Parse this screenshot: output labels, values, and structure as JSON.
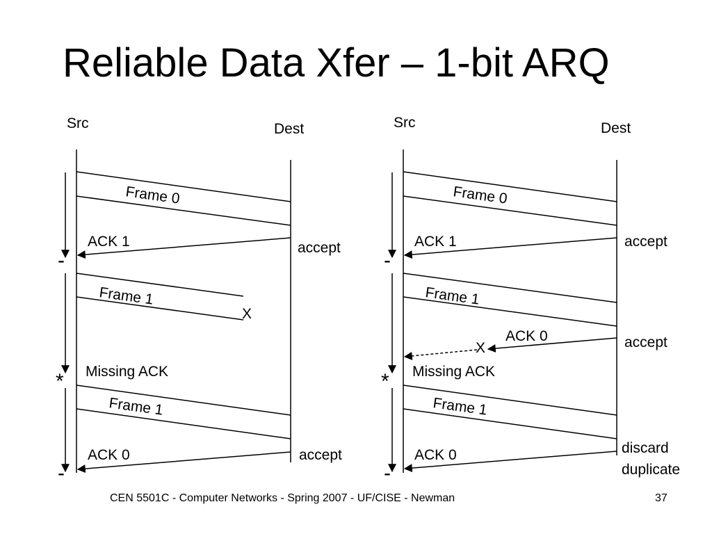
{
  "title": "Reliable Data Xfer – 1-bit ARQ",
  "diagrams": [
    {
      "labels": {
        "src": "Src",
        "dest": "Dest",
        "frame0": "Frame 0",
        "ack1": "ACK 1",
        "accept1": "accept",
        "frame1": "Frame 1",
        "lost": "X",
        "missing": "Missing ACK",
        "frame1_resend": "Frame 1",
        "ack0_final": "ACK 0",
        "final_action": "accept",
        "mark_dash1": "-",
        "mark_star": "*",
        "mark_dash2": "-"
      }
    },
    {
      "labels": {
        "src": "Src",
        "dest": "Dest",
        "frame0": "Frame 0",
        "ack1": "ACK 1",
        "accept1": "accept",
        "frame1": "Frame 1",
        "ack0": "ACK 0",
        "accept2": "accept",
        "lost": "X",
        "missing": "Missing ACK",
        "frame1_resend": "Frame 1",
        "ack0_final": "ACK 0",
        "final_action_line1": "discard",
        "final_action_line2": "duplicate",
        "mark_dash1": "-",
        "mark_star": "*",
        "mark_dash2": "-"
      }
    }
  ],
  "footer": {
    "text": "CEN 5501C - Computer Networks - Spring 2007 - UF/CISE - Newman",
    "page": "37"
  }
}
